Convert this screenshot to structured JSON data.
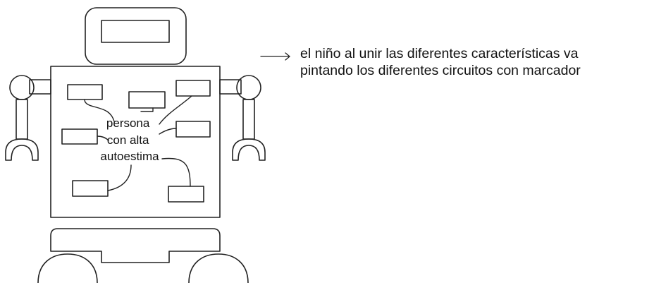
{
  "center_label": {
    "lines": [
      "persona",
      "con alta",
      "autoestima"
    ]
  },
  "note": {
    "lines": [
      "el niño al unir las diferentes características va",
      "pintando los diferentes circuitos con marcador"
    ]
  },
  "colors": {
    "stroke": "#222222",
    "text": "#111111",
    "background": "#ffffff"
  }
}
